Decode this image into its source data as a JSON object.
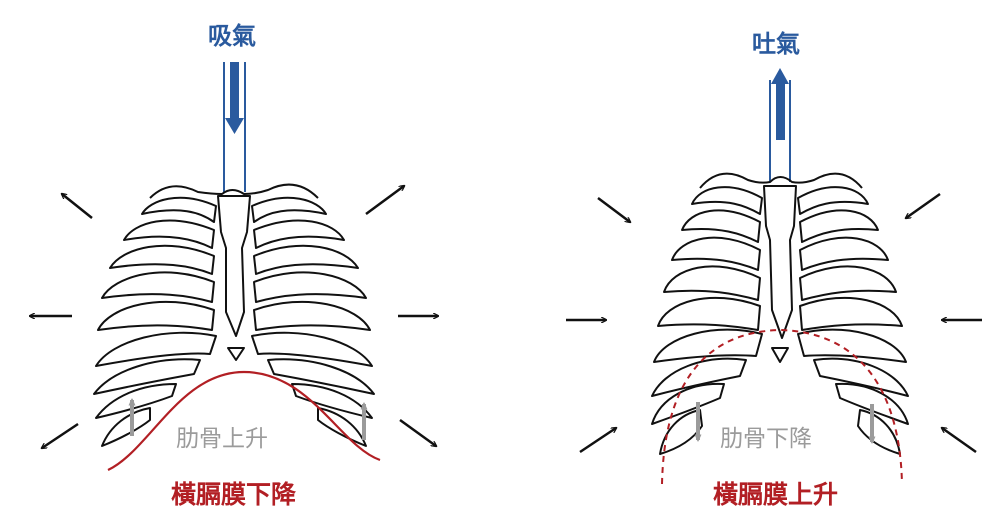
{
  "panels": {
    "inhale": {
      "title": "吸氣",
      "ribs_label": "肋骨上升",
      "diaphragm_label": "橫膈膜下降"
    },
    "exhale": {
      "title": "吐氣",
      "ribs_label": "肋骨下降",
      "diaphragm_label": "橫膈膜上升"
    }
  },
  "colors": {
    "title": "#2a5a9e",
    "airflow_arrow": "#2a5a9e",
    "outline": "#111111",
    "rib_arrow": "#9b9b9b",
    "diaphragm": "#b21f24",
    "chest_arrow": "#111111"
  }
}
